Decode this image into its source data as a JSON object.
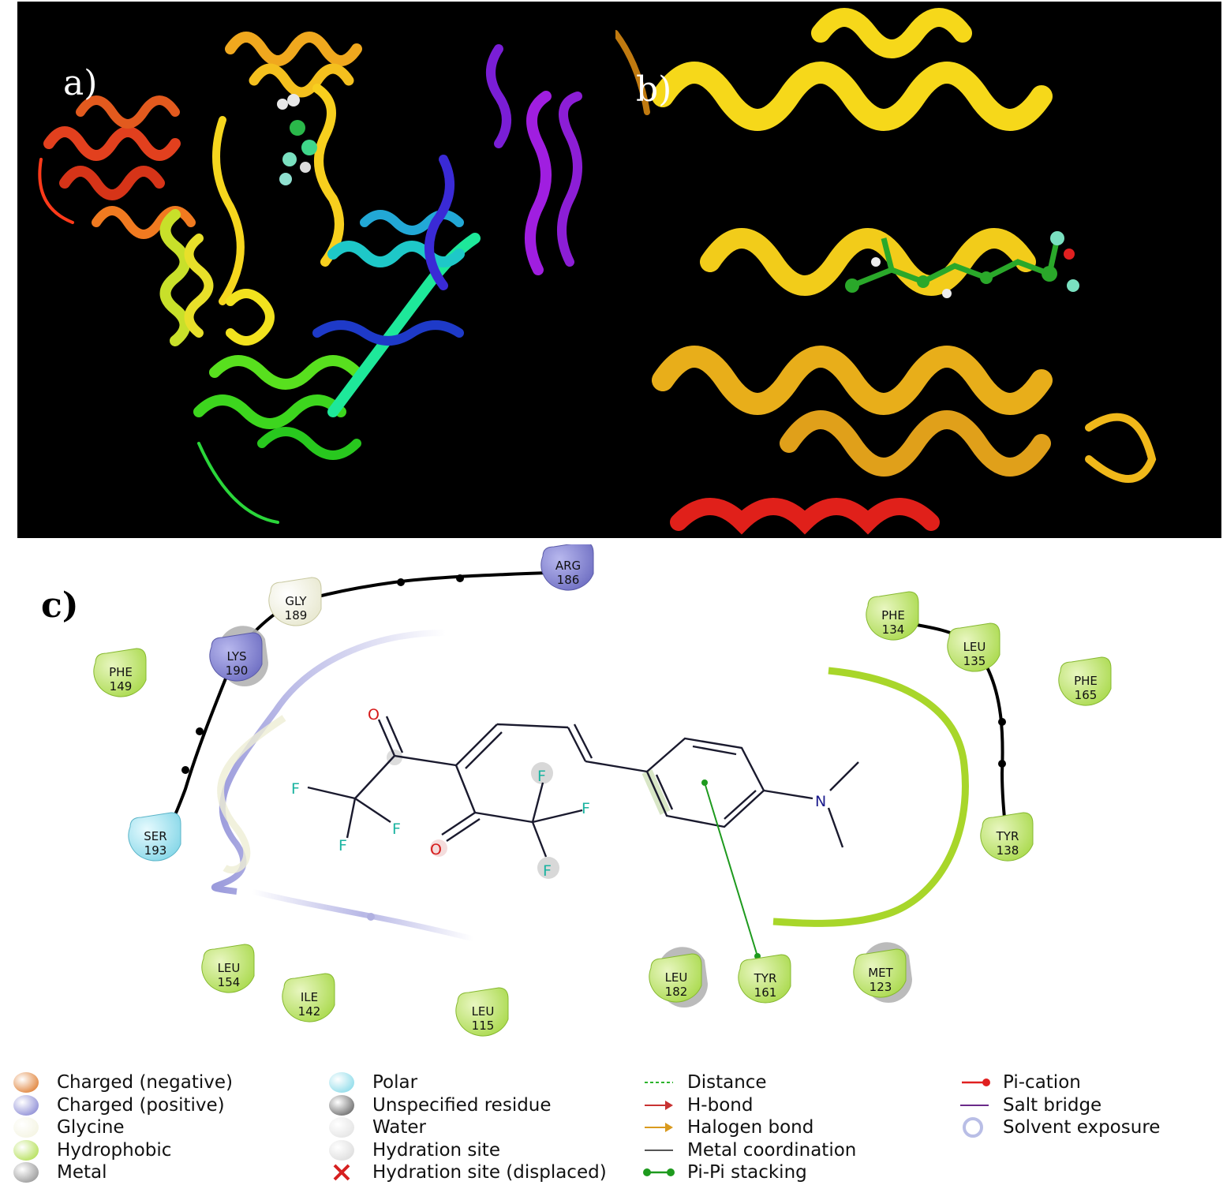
{
  "panels": {
    "a": {
      "label": "a)"
    },
    "b": {
      "label": "b)"
    },
    "c": {
      "label": "c)"
    }
  },
  "ligand": {
    "atoms": {
      "o1": "O",
      "o2": "O",
      "n": "N",
      "f1": "F",
      "f2": "F",
      "f3": "F",
      "f4": "F",
      "f5": "F",
      "f6": "F"
    },
    "colors": {
      "oxygen": "#d61a1a",
      "fluorine": "#1ab3a0",
      "nitrogen": "#1a1a8c",
      "bond": "#1a1a2e"
    }
  },
  "residues": [
    {
      "id": "arg186",
      "name": "ARG",
      "num": "186",
      "type": "charged-positive"
    },
    {
      "id": "gly189",
      "name": "GLY",
      "num": "189",
      "type": "glycine"
    },
    {
      "id": "lys190",
      "name": "LYS",
      "num": "190",
      "type": "charged-positive"
    },
    {
      "id": "phe149",
      "name": "PHE",
      "num": "149",
      "type": "hydrophobic"
    },
    {
      "id": "ser193",
      "name": "SER",
      "num": "193",
      "type": "polar"
    },
    {
      "id": "phe134",
      "name": "PHE",
      "num": "134",
      "type": "hydrophobic"
    },
    {
      "id": "leu135",
      "name": "LEU",
      "num": "135",
      "type": "hydrophobic"
    },
    {
      "id": "phe165",
      "name": "PHE",
      "num": "165",
      "type": "hydrophobic"
    },
    {
      "id": "tyr138",
      "name": "TYR",
      "num": "138",
      "type": "hydrophobic"
    },
    {
      "id": "leu154",
      "name": "LEU",
      "num": "154",
      "type": "hydrophobic"
    },
    {
      "id": "ile142",
      "name": "ILE",
      "num": "142",
      "type": "hydrophobic"
    },
    {
      "id": "leu115",
      "name": "LEU",
      "num": "115",
      "type": "hydrophobic"
    },
    {
      "id": "leu182",
      "name": "LEU",
      "num": "182",
      "type": "hydrophobic"
    },
    {
      "id": "tyr161",
      "name": "TYR",
      "num": "161",
      "type": "hydrophobic"
    },
    {
      "id": "met123",
      "name": "MET",
      "num": "123",
      "type": "hydrophobic"
    }
  ],
  "legend": {
    "residue_types": [
      {
        "label": "Charged (negative)",
        "color": "#e0833a"
      },
      {
        "label": "Charged (positive)",
        "color": "#8f8fd6"
      },
      {
        "label": "Glycine",
        "color": "#f4f4e2"
      },
      {
        "label": "Hydrophobic",
        "color": "#b5e05a"
      },
      {
        "label": "Metal",
        "color": "#9a9a9a"
      }
    ],
    "other_types": [
      {
        "label": "Polar",
        "color": "#8fdcea"
      },
      {
        "label": "Unspecified residue",
        "color": "#6e6e6e"
      },
      {
        "label": "Water",
        "color": "#e4e4e4"
      },
      {
        "label": "Hydration site",
        "color": "#ffffff"
      },
      {
        "label": "Hydration site (displaced)",
        "color": "#d62020"
      }
    ],
    "interactions": [
      {
        "label": "Distance",
        "color": "#2bb32b"
      },
      {
        "label": "H-bond",
        "color": "#c83232"
      },
      {
        "label": "Halogen bond",
        "color": "#d99a1e"
      },
      {
        "label": "Metal coordination",
        "color": "#555555"
      },
      {
        "label": "Pi-Pi stacking",
        "color": "#1e9a1e"
      }
    ],
    "interactions2": [
      {
        "label": "Pi-cation",
        "color": "#e02020"
      },
      {
        "label": "Salt bridge",
        "color": "#6a2a8a"
      },
      {
        "label": "Solvent exposure",
        "color": "#a8aee0"
      }
    ]
  }
}
